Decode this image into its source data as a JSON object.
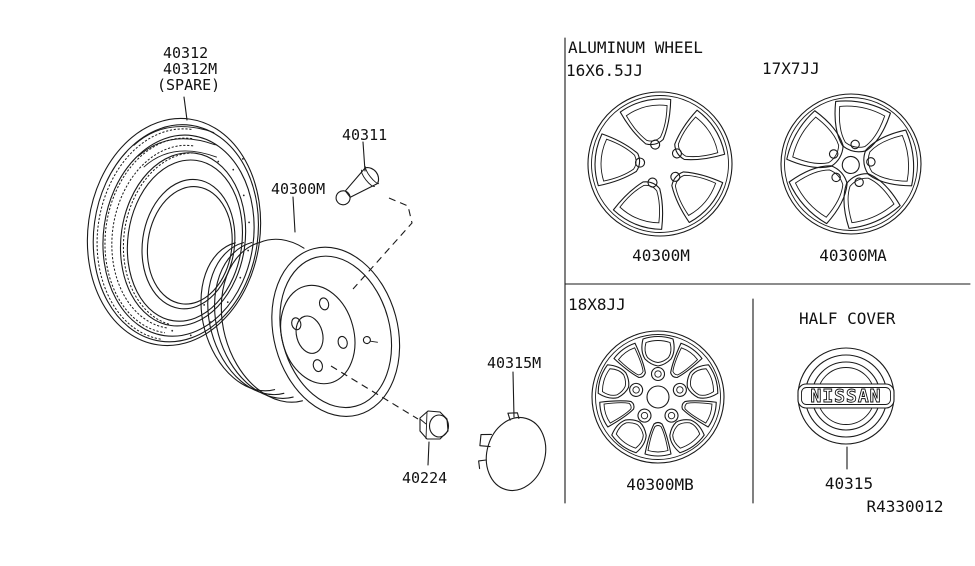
{
  "colors": {
    "line": "#1a1a1a",
    "background": "#ffffff",
    "text": "#111111"
  },
  "diagram": {
    "ref_code": "R4330012",
    "exploded": {
      "tire_labels": [
        "40312",
        "40312M",
        "(SPARE)"
      ],
      "wheel": "40300M",
      "valve": "40311",
      "center_cap": "40315M",
      "lug_nut": "40224"
    },
    "panel": {
      "title": "ALUMINUM WHEEL",
      "wheels": [
        {
          "size": "16X6.5JJ",
          "part": "40300M"
        },
        {
          "size": "17X7JJ",
          "part": "40300MA"
        },
        {
          "size": "18X8JJ",
          "part": "40300MB"
        }
      ],
      "half_cover": {
        "title": "HALF COVER",
        "part": "40315",
        "logo_text": "NISSAN"
      }
    }
  }
}
